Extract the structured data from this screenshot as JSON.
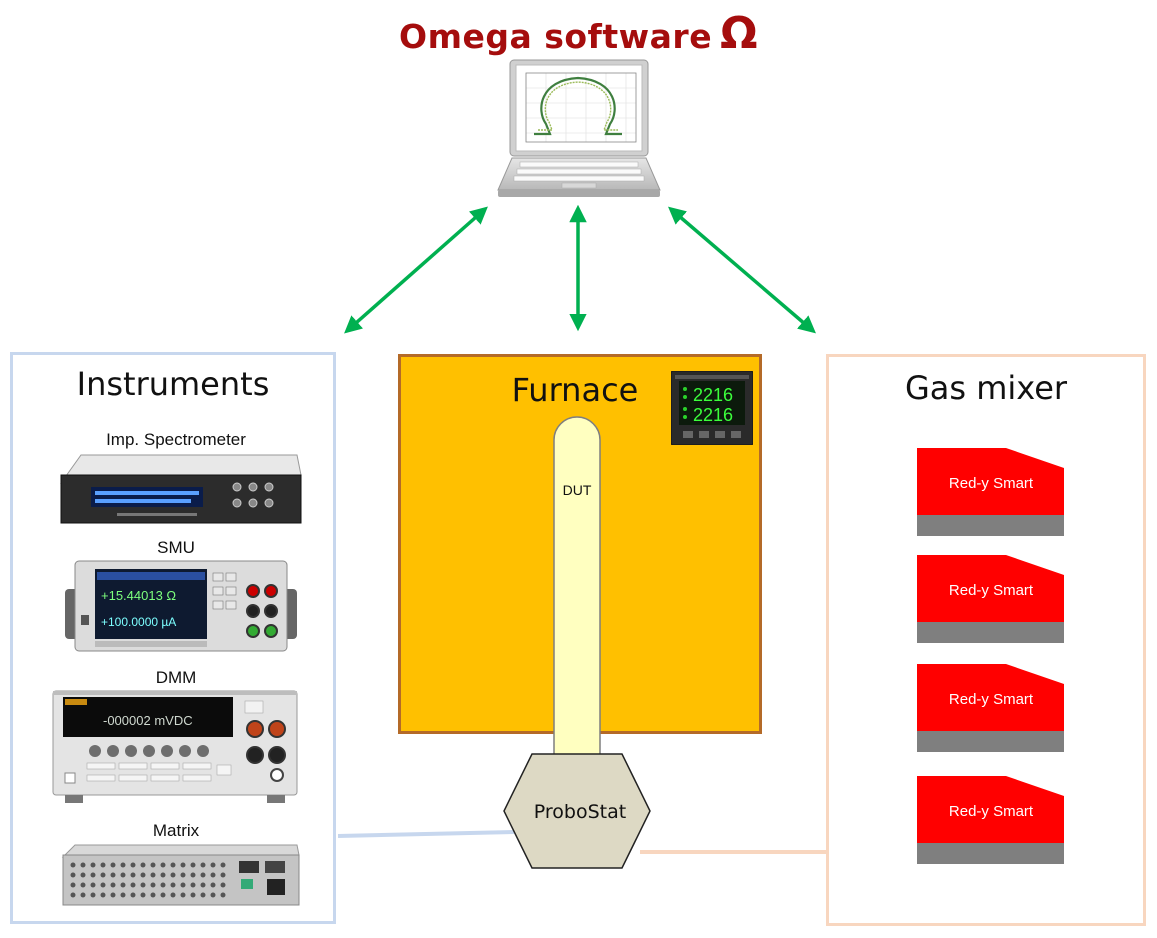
{
  "title": "Omega software",
  "title_symbol": "Ω",
  "instruments": {
    "title": "Instruments",
    "items": [
      {
        "label": "Imp. Spectrometer"
      },
      {
        "label": "SMU"
      },
      {
        "label": "DMM"
      },
      {
        "label": "Matrix"
      }
    ]
  },
  "furnace": {
    "title": "Furnace",
    "controller_reading_top": "2216",
    "controller_reading_bottom": "2216"
  },
  "dut_label": "DUT",
  "probostat_label": "ProboStat",
  "gas_mixer": {
    "title": "Gas mixer",
    "controllers": [
      {
        "label": "Red-y Smart"
      },
      {
        "label": "Red-y Smart"
      },
      {
        "label": "Red-y Smart"
      },
      {
        "label": "Red-y Smart"
      }
    ]
  },
  "smu_display": {
    "reading_1": "+15.44013 Ω",
    "reading_2": "+100.0000 µA"
  },
  "dmm_display": {
    "reading": "-000002 mVDC"
  },
  "colors": {
    "title": "#a50d0d",
    "arrows": "#00b050",
    "furnace_fill": "#ffc000",
    "furnace_border": "#b46a28",
    "instruments_border": "#c7d7ee",
    "gas_mixer_border": "#f8d6bf",
    "mfc_red": "#ff0000",
    "mfc_gray": "#7f7f7f",
    "probostat_fill": "#ddd9c4",
    "dut_fill": "#ffffc0"
  }
}
